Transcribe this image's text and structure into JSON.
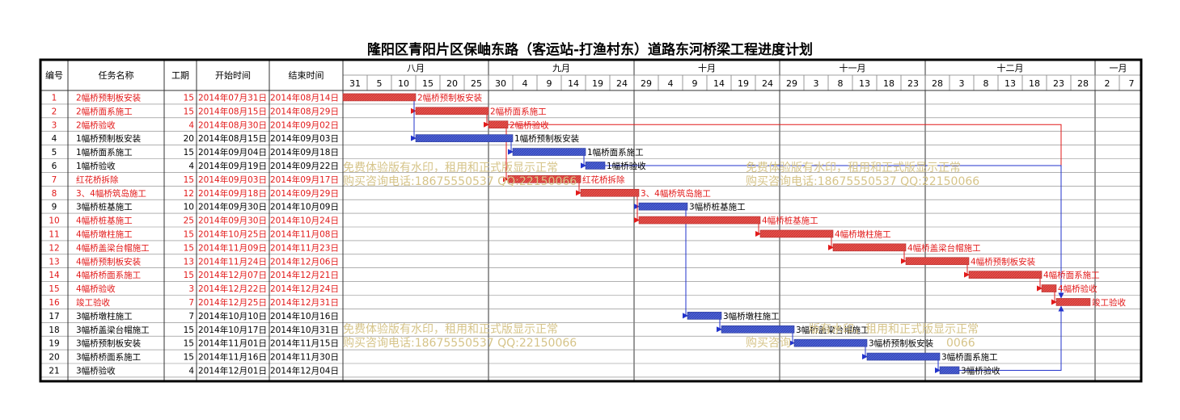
{
  "title": "隆阳区青阳片区保岫东路（客运站-打渔村东）道路东河桥梁工程进度计划",
  "watermark": {
    "line1": "免费体验版有水印，租用和正式版显示正常",
    "line2": "购买咨询电话:18675550537 QQ:22150066",
    "fragment1": "版有水印，租用和正式版显示正常",
    "fragment2": "购买咨询",
    "fragment3": "0066"
  },
  "colors": {
    "red_bar": "#e8504a",
    "blue_bar": "#4a5fd6",
    "red_text": "#e21a1a",
    "blue_link": "#2233cc",
    "red_link": "#e21a1a"
  },
  "chart_data": {
    "type": "gantt",
    "title": "隆阳区青阳片区保岫东路（客运站-打渔村东）道路东河桥梁工程进度计划",
    "columns": [
      "编号",
      "任务名称",
      "工期",
      "开始时间",
      "结束时间"
    ],
    "months": [
      {
        "label": "八月",
        "ticks": [
          "31",
          "5",
          "10",
          "15",
          "20",
          "25"
        ]
      },
      {
        "label": "九月",
        "ticks": [
          "30",
          "4",
          "9",
          "14",
          "19",
          "24"
        ]
      },
      {
        "label": "十月",
        "ticks": [
          "29",
          "4",
          "9",
          "14",
          "19",
          "24"
        ]
      },
      {
        "label": "十一月",
        "ticks": [
          "29",
          "3",
          "8",
          "13",
          "18",
          "23"
        ]
      },
      {
        "label": "十二月",
        "ticks": [
          "28",
          "3",
          "8",
          "13",
          "18",
          "23",
          "28"
        ]
      },
      {
        "label": "一月",
        "ticks": [
          "2",
          "7"
        ]
      }
    ],
    "x_range": [
      "2014-07-31",
      "2015-01-11"
    ],
    "tasks": [
      {
        "id": "1",
        "name": "2幅桥预制板安装",
        "duration": "15",
        "start": "2014年07月31日",
        "end": "2014年08月14日",
        "s": "2014-07-31",
        "e": "2014-08-14",
        "color": "red"
      },
      {
        "id": "2",
        "name": "2幅桥面系施工",
        "duration": "15",
        "start": "2014年08月15日",
        "end": "2014年08月29日",
        "s": "2014-08-15",
        "e": "2014-08-29",
        "color": "red"
      },
      {
        "id": "3",
        "name": "2幅桥验收",
        "duration": "4",
        "start": "2014年08月30日",
        "end": "2014年09月02日",
        "s": "2014-08-30",
        "e": "2014-09-02",
        "color": "red"
      },
      {
        "id": "4",
        "name": "1幅桥预制板安装",
        "duration": "20",
        "start": "2014年08月15日",
        "end": "2014年09月03日",
        "s": "2014-08-15",
        "e": "2014-09-03",
        "color": "blue"
      },
      {
        "id": "5",
        "name": "1幅桥面系施工",
        "duration": "15",
        "start": "2014年09月04日",
        "end": "2014年09月18日",
        "s": "2014-09-04",
        "e": "2014-09-18",
        "color": "blue"
      },
      {
        "id": "6",
        "name": "1幅桥验收",
        "duration": "4",
        "start": "2014年09月19日",
        "end": "2014年09月22日",
        "s": "2014-09-19",
        "e": "2014-09-22",
        "color": "blue"
      },
      {
        "id": "7",
        "name": "红花桥拆除",
        "duration": "15",
        "start": "2014年09月03日",
        "end": "2014年09月17日",
        "s": "2014-09-03",
        "e": "2014-09-17",
        "color": "red"
      },
      {
        "id": "8",
        "name": "3、4幅桥筑岛施工",
        "duration": "12",
        "start": "2014年09月18日",
        "end": "2014年09月29日",
        "s": "2014-09-18",
        "e": "2014-09-29",
        "color": "red"
      },
      {
        "id": "9",
        "name": "3幅桥桩基施工",
        "duration": "10",
        "start": "2014年09月30日",
        "end": "2014年10月09日",
        "s": "2014-09-30",
        "e": "2014-10-09",
        "color": "blue"
      },
      {
        "id": "10",
        "name": "4幅桥桩基施工",
        "duration": "25",
        "start": "2014年09月30日",
        "end": "2014年10月24日",
        "s": "2014-09-30",
        "e": "2014-10-24",
        "color": "red"
      },
      {
        "id": "11",
        "name": "4幅桥墩柱施工",
        "duration": "15",
        "start": "2014年10月25日",
        "end": "2014年11月08日",
        "s": "2014-10-25",
        "e": "2014-11-08",
        "color": "red"
      },
      {
        "id": "12",
        "name": "4幅桥盖梁台帽施工",
        "duration": "15",
        "start": "2014年11月09日",
        "end": "2014年11月23日",
        "s": "2014-11-09",
        "e": "2014-11-23",
        "color": "red"
      },
      {
        "id": "13",
        "name": "4幅桥预制板安装",
        "duration": "13",
        "start": "2014年11月24日",
        "end": "2014年12月06日",
        "s": "2014-11-24",
        "e": "2014-12-06",
        "color": "red"
      },
      {
        "id": "14",
        "name": "4幅桥桥面系施工",
        "duration": "15",
        "start": "2014年12月07日",
        "end": "2014年12月21日",
        "s": "2014-12-07",
        "e": "2014-12-21",
        "color": "red"
      },
      {
        "id": "15",
        "name": "4幅桥验收",
        "duration": "3",
        "start": "2014年12月22日",
        "end": "2014年12月24日",
        "s": "2014-12-22",
        "e": "2014-12-24",
        "color": "red"
      },
      {
        "id": "16",
        "name": "竣工验收",
        "duration": "7",
        "start": "2014年12月25日",
        "end": "2014年12月31日",
        "s": "2014-12-25",
        "e": "2014-12-31",
        "color": "red"
      },
      {
        "id": "17",
        "name": "3幅桥墩柱施工",
        "duration": "7",
        "start": "2014年10月10日",
        "end": "2014年10月16日",
        "s": "2014-10-10",
        "e": "2014-10-16",
        "color": "blue"
      },
      {
        "id": "18",
        "name": "3幅桥盖梁台帽施工",
        "duration": "15",
        "start": "2014年10月17日",
        "end": "2014年10月31日",
        "s": "2014-10-17",
        "e": "2014-10-31",
        "color": "blue"
      },
      {
        "id": "19",
        "name": "3幅桥预制板安装",
        "duration": "15",
        "start": "2014年11月01日",
        "end": "2014年11月15日",
        "s": "2014-11-01",
        "e": "2014-11-15",
        "color": "blue"
      },
      {
        "id": "20",
        "name": "3幅桥桥面系施工",
        "duration": "15",
        "start": "2014年11月16日",
        "end": "2014年11月30日",
        "s": "2014-11-16",
        "e": "2014-11-30",
        "color": "blue"
      },
      {
        "id": "21",
        "name": "3幅桥验收",
        "duration": "4",
        "start": "2014年12月01日",
        "end": "2014年12月04日",
        "s": "2014-12-01",
        "e": "2014-12-04",
        "color": "blue"
      }
    ],
    "bar_labels": {
      "1": "2幅桥预制板安装",
      "2": "2幅桥面系施工",
      "3": "2幅桥验收",
      "4": "1幅桥预制板安装",
      "5": "1幅桥面系施工",
      "6": "1幅桥验收",
      "7": "红花桥拆除",
      "8": "3、4幅桥筑岛施工",
      "9": "3幅桥桩基施工",
      "10": "4幅桥桩基施工",
      "11": "4幅桥墩柱施工",
      "12": "4幅桥盖梁台帽施工",
      "13": "4幅桥预制板安装",
      "14": "4幅桥面系施工",
      "15": "4幅桥验收",
      "16": "竣工验收",
      "17": "3幅桥墩柱施工",
      "18": "3幅桥盖梁台帽施工",
      "19": "3幅桥预制板安装",
      "20": "3幅桥面系施工",
      "21": "3幅桥验收"
    },
    "links": [
      {
        "from": "1",
        "to": "2",
        "color": "red"
      },
      {
        "from": "2",
        "to": "3",
        "color": "red"
      },
      {
        "from": "1",
        "to": "4",
        "color": "blue"
      },
      {
        "from": "4",
        "to": "5",
        "color": "blue"
      },
      {
        "from": "5",
        "to": "6",
        "color": "blue"
      },
      {
        "from": "3",
        "to": "7",
        "color": "red"
      },
      {
        "from": "7",
        "to": "8",
        "color": "red"
      },
      {
        "from": "8",
        "to": "9",
        "color": "blue"
      },
      {
        "from": "8",
        "to": "10",
        "color": "red"
      },
      {
        "from": "10",
        "to": "11",
        "color": "red"
      },
      {
        "from": "11",
        "to": "12",
        "color": "red"
      },
      {
        "from": "12",
        "to": "13",
        "color": "red"
      },
      {
        "from": "13",
        "to": "14",
        "color": "red"
      },
      {
        "from": "14",
        "to": "15",
        "color": "red"
      },
      {
        "from": "15",
        "to": "16",
        "color": "red"
      },
      {
        "from": "9",
        "to": "17",
        "color": "blue"
      },
      {
        "from": "17",
        "to": "18",
        "color": "blue"
      },
      {
        "from": "18",
        "to": "19",
        "color": "blue"
      },
      {
        "from": "19",
        "to": "20",
        "color": "blue"
      },
      {
        "from": "20",
        "to": "21",
        "color": "blue"
      },
      {
        "from": "3",
        "to": "16",
        "color": "red",
        "route": "over"
      },
      {
        "from": "6",
        "to": "16",
        "color": "blue",
        "route": "over"
      },
      {
        "from": "21",
        "to": "16",
        "color": "blue",
        "route": "under"
      }
    ]
  }
}
